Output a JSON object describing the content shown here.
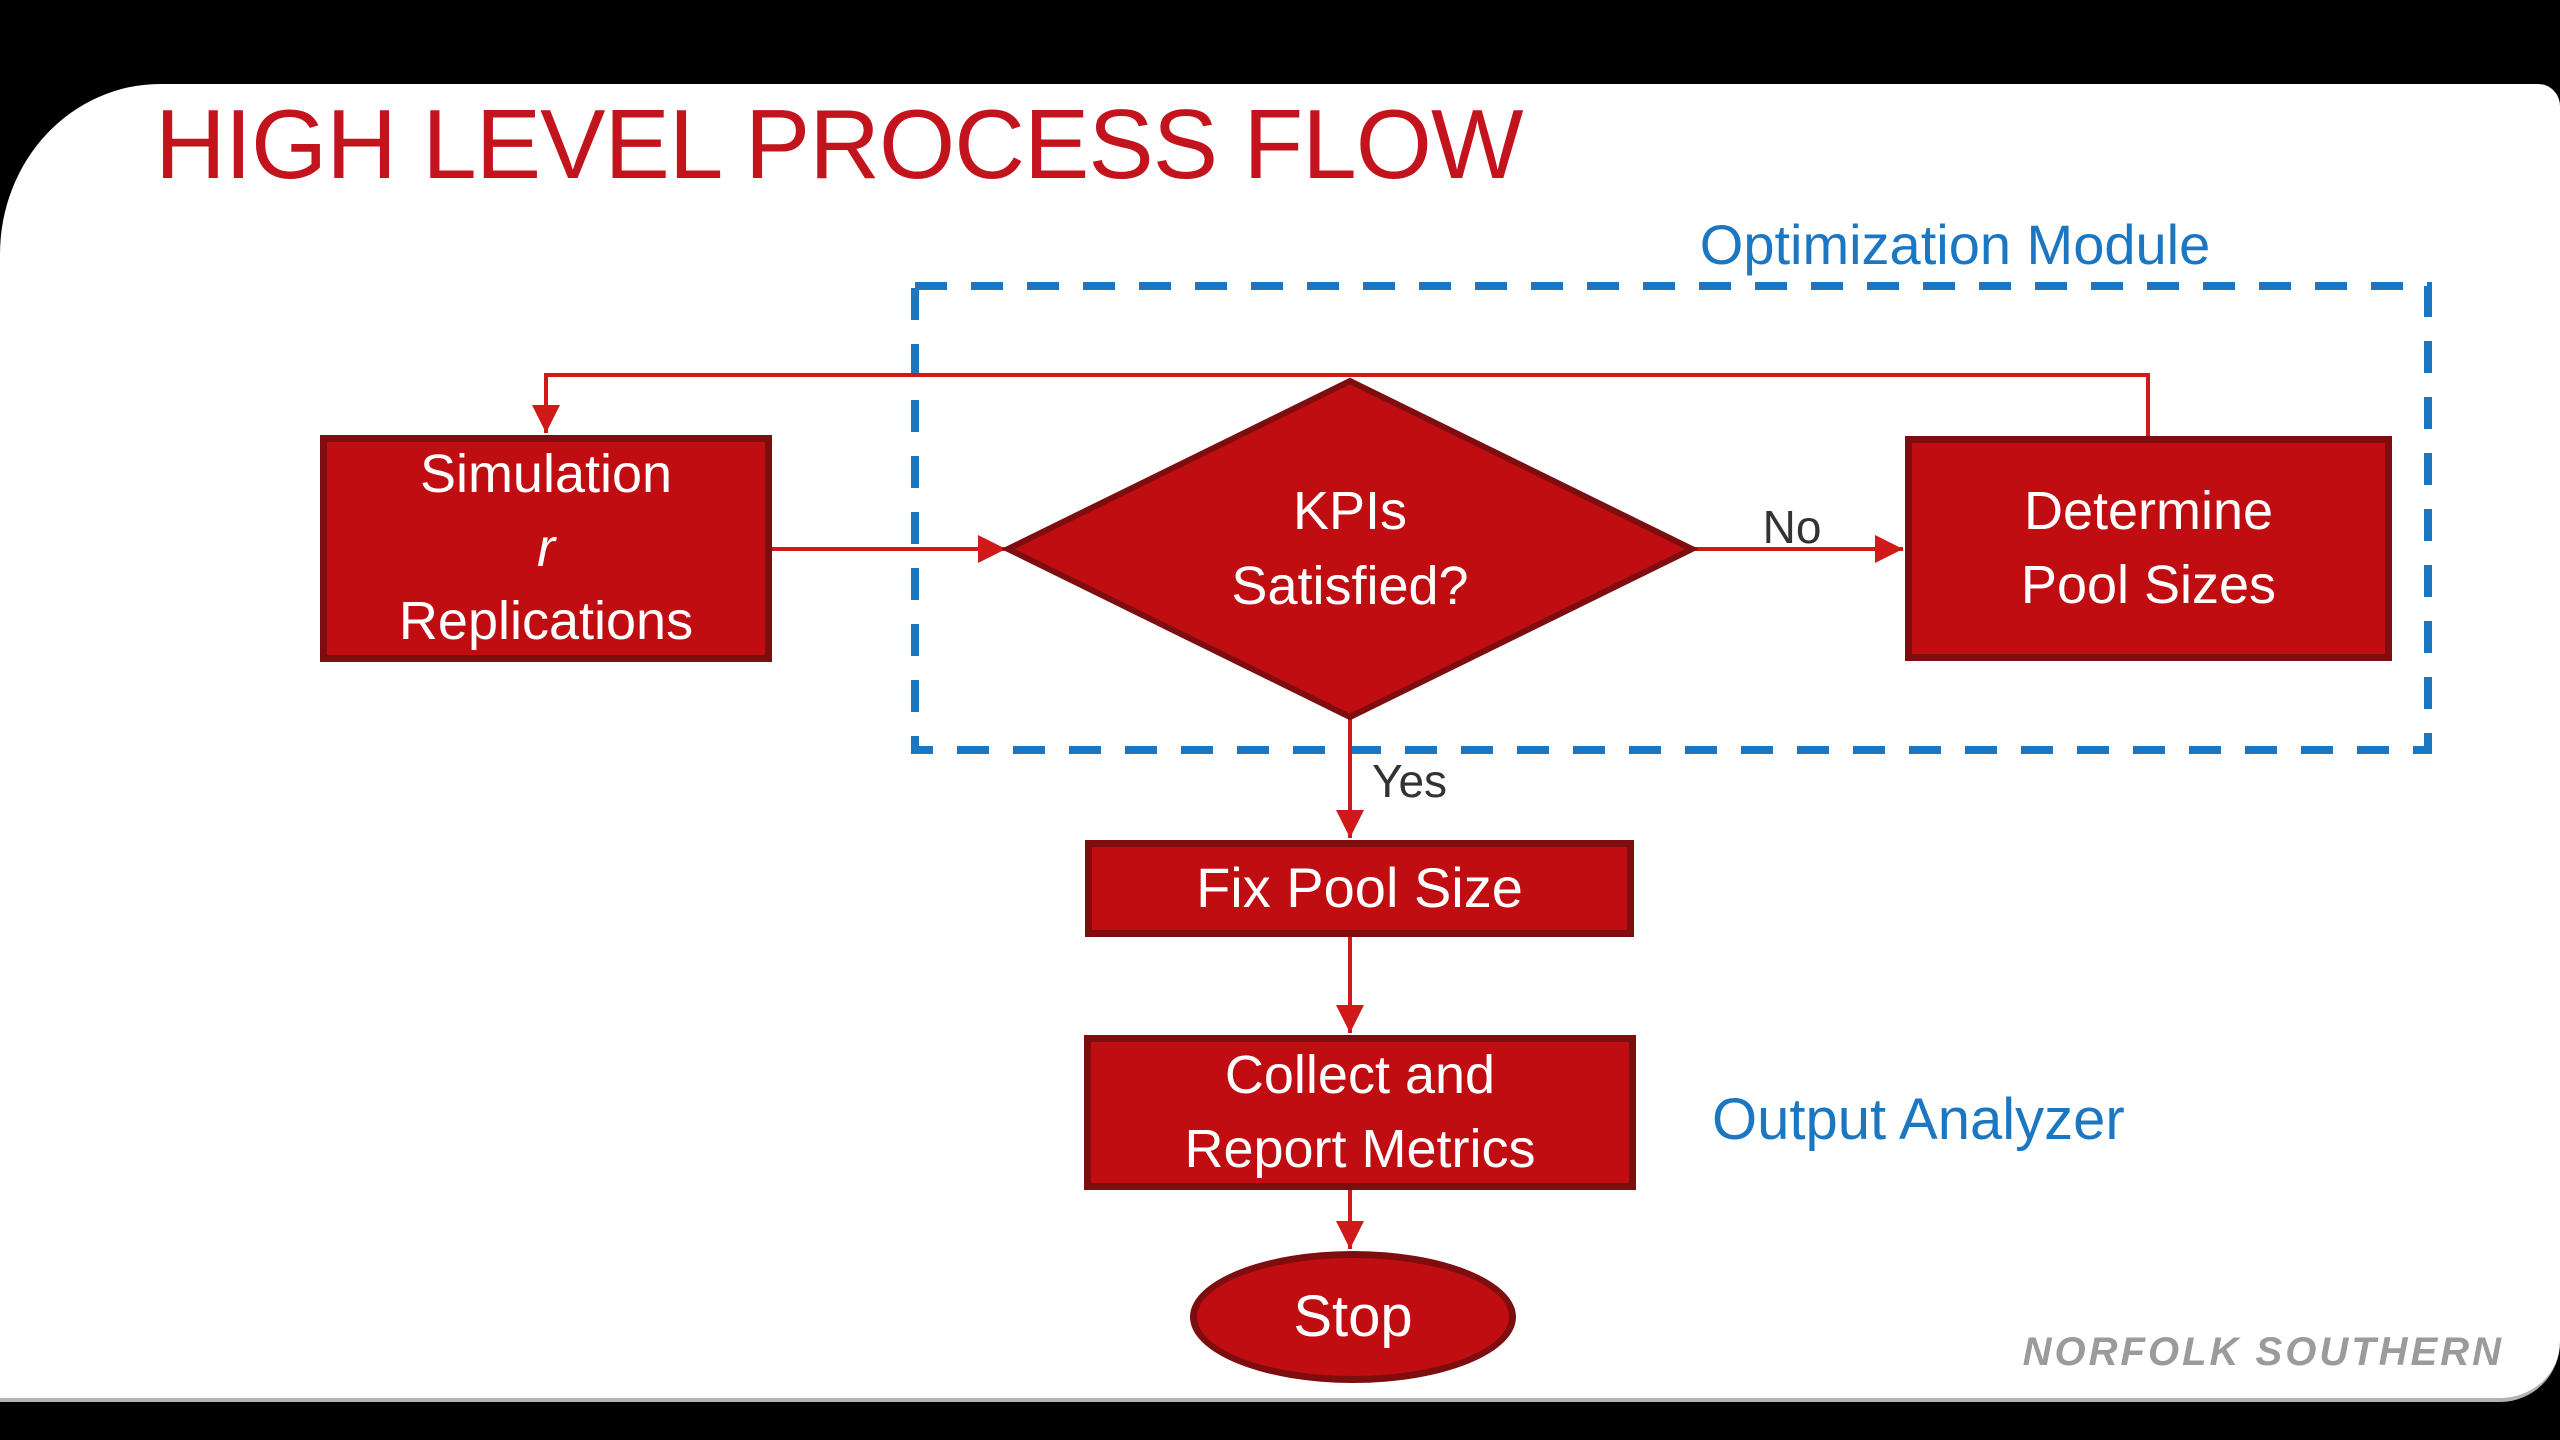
{
  "slide": {
    "title": "HIGH LEVEL PROCESS FLOW"
  },
  "annotations": {
    "optimization_module": "Optimization Module",
    "output_analyzer": "Output Analyzer"
  },
  "nodes": {
    "simulation": {
      "line1": "Simulation",
      "line2": "r",
      "line3": "Replications"
    },
    "kpi_decision": {
      "line1": "KPIs",
      "line2": "Satisfied?"
    },
    "determine_pool_sizes": {
      "line1": "Determine",
      "line2": "Pool Sizes"
    },
    "fix_pool_size": {
      "label": "Fix Pool Size"
    },
    "collect_report_metrics": {
      "line1": "Collect and",
      "line2": "Report Metrics"
    },
    "stop": {
      "label": "Stop"
    }
  },
  "edge_labels": {
    "no": "No",
    "yes": "Yes"
  },
  "branding": {
    "logo_text": "NORFOLK SOUTHERN"
  },
  "colors": {
    "node_fill": "#C00D12",
    "node_border": "#7E0D10",
    "arrow_red": "#D01A1A",
    "title_red": "#C3141E",
    "module_blue": "#1C77C3",
    "logo_gray": "#9B9B9D",
    "slide_background": "#FFFFFF",
    "frame_background": "#000000"
  }
}
